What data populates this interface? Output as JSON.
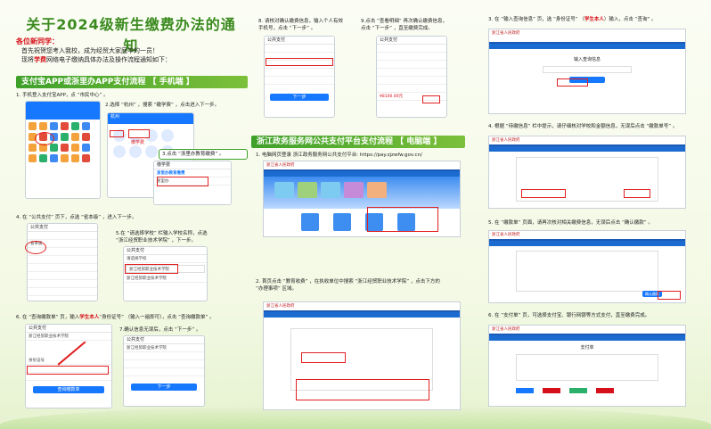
{
  "title": "关于2024级新生缴费办法的通知",
  "greeting": "各位新同学：",
  "intro": {
    "line1": "首先祝贺您考入我校，成为经贸大家庭中的一员！",
    "line2_pre": "现将",
    "line2_hl": "学费",
    "line2_post": "网络电子缴纳具体办法及操作流程通知如下："
  },
  "section1": "支付宝APP或浙里办APP支付流程 【 手机端 】",
  "section2": "浙江政务服务网公共支付平台支付流程 【 电脑端 】",
  "m_steps": {
    "s1": "1. 手机登入支付宝APP，点 “市民中心” 。",
    "s2": "2.选择 “杭州” ，搜索 “缴学费” ，点击进入下一步。",
    "s3": "3.点击 “浙里办教育缴费” 。",
    "s4": "4. 在 “公共支付” 页下，点选 “省本级” ，进入下一步。",
    "s5a": "5.在 “请选择学校” 栏输入学校名称，点选",
    "s5b": "“浙江经贸职业技术学院” ，下一步。",
    "s6a": "6. 在 “查询缴款单” 页，输入",
    "s6hl": "学生本人",
    "s6b": "“身份证号” （输入一遍即可），点击 “查询缴款单” 。",
    "s7": "7.确认信息无误后，点击 “下一步” 。",
    "s8a": "8. 请核对确认缴费信息，输入个人有效",
    "s8b": "手机号，点击 “下一步” 。",
    "s9a": "9.点击 “查看明细” 再次确认缴费信息，",
    "s9b": "点击 “下一步” ，直至缴费完成。"
  },
  "pc_steps": {
    "s1": "1. 电脑网页登录 浙江政务服务网公共支付平台: https://pay.zjzwfw.gov.cn/",
    "s2a": "2. 首页点击 “教育收费” ，在执收单位中搜索 “浙江经贸职业技术学院” ，点击下方的",
    "s2b": "“办理事项” 区域。",
    "s3a": "3. 在 “输入查询信息” 页，选 “身份证号” （",
    "s3hl": "学生本人",
    "s3b": "）输入，点击 “查询” 。",
    "s4a": "4. 根据 “待缴信息” 栏中提示，请仔细核对学校和金额信息，无误后点击 “缴款单号” 。",
    "s5": "5. 在 “缴款单” 页面，请再次核对相关缴费信息，无误后点击 “确认缴款” 。",
    "s6a": "6. 在 “支付单” 页，可选择支付宝、银行网银等方式支付，直至缴费完成。"
  },
  "ui": {
    "public_pay": "公共支付",
    "hangzhou": "杭州",
    "search_fee": "缴学费",
    "edu_pay": "浙里办教育缴费",
    "zheliban": "浙里办",
    "province": "省本级",
    "choose_school": "请选择学校",
    "school": "浙江经贸职业技术学院",
    "id_no": "身份证号",
    "query_btn": "查询缴款单",
    "next": "下一步",
    "amount": "¥8100.00元",
    "detail": "查看明细",
    "site": "浙江政务服务网",
    "gov": "浙江省人民政府",
    "query_info": "输入查询信息",
    "confirm_pay": "确认缴款",
    "pay_order": "支付单"
  },
  "colors": {
    "accent": "#3ea02a",
    "red": "#d6101a",
    "blue": "#1677ff"
  }
}
